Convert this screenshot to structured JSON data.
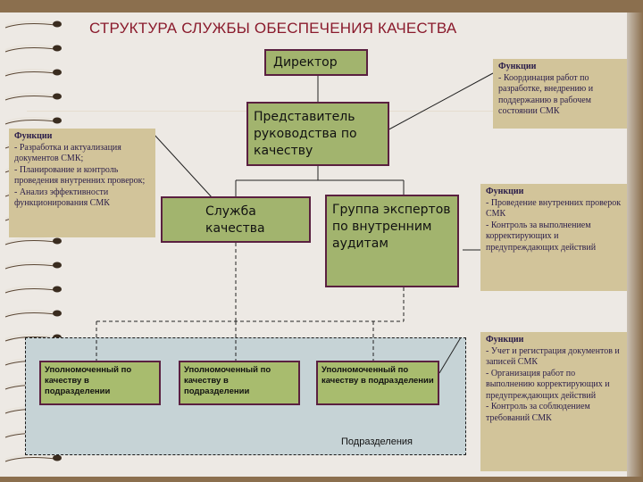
{
  "title": "СТРУКТУРА СЛУЖБЫ ОБЕСПЕЧЕНИЯ КАЧЕСТВА",
  "boxes": {
    "director": "Директор",
    "representative": "Представитель руководства по качеству",
    "quality_service": "Служба качества",
    "audit_group": "Группа экспертов по внутренним аудитам"
  },
  "units": [
    "Уполномоченный по качеству в подразделении",
    "Уполномоченный по качеству в подразделении",
    "Уполномоченный по качеству в подразделении"
  ],
  "zone_label": "Подразделения",
  "notes": {
    "left": {
      "heading": "Функции",
      "lines": [
        "- Разработка и актуализация документов СМК;",
        "- Планирование и контроль проведения внутренних проверок;",
        "- Анализ эффективности функционирования СМК"
      ]
    },
    "right_top": {
      "heading": "Функции",
      "lines": [
        "- Координация работ по разработке, внедрению и поддержанию в рабочем состоянии СМК"
      ]
    },
    "right_mid": {
      "heading": "Функции",
      "lines": [
        "- Проведение внутренних проверок СМК",
        "- Контроль за выполнением корректирующих и предупреждающих действий"
      ]
    },
    "right_bottom": {
      "heading": "Функции",
      "lines": [
        "- Учет и регистрация документов и записей СМК",
        "- Организация работ по выполнению корректирующих и предупреждающих действий",
        "- Контроль за соблюдением требований  СМК"
      ]
    }
  },
  "colors": {
    "title": "#8a1a2c",
    "box_fill": "#a2b46e",
    "box_border": "#5a2040",
    "note_fill": "#d2c49a",
    "zone_fill": "#c6d3d6",
    "background": "#ede9e4",
    "binding": "#8b6f4e"
  }
}
